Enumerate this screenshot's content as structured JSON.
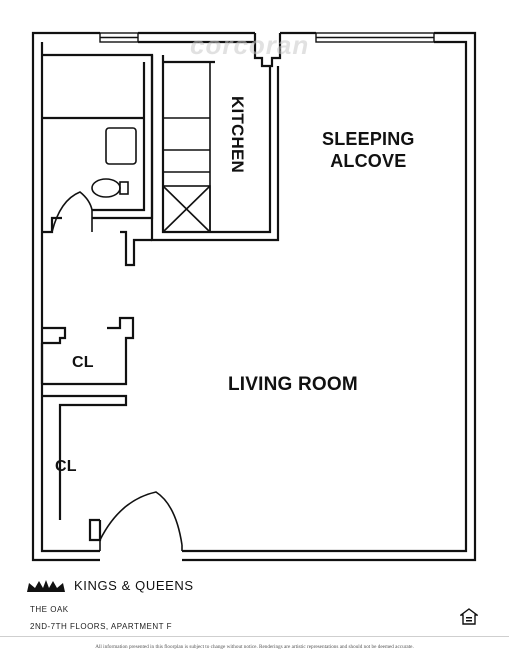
{
  "watermark": "corcoran",
  "rooms": {
    "kitchen": "KITCHEN",
    "sleeping_alcove_line1": "SLEEPING",
    "sleeping_alcove_line2": "ALCOVE",
    "living_room": "LIVING ROOM",
    "closet_1": "CL",
    "closet_2": "CL"
  },
  "footer": {
    "brand": "KINGS & QUEENS",
    "building": "THE OAK",
    "floors_unit": "2ND-7TH FLOORS, APARTMENT F",
    "disclaimer": "All information presented in this floorplan is subject to change without notice. Renderings are artistic representations and should not be deemed accurate."
  },
  "icons": {
    "brand_logo": "crown-icon",
    "equal_housing": "equal-housing-icon"
  },
  "colors": {
    "wall": "#111111",
    "background": "#ffffff"
  }
}
